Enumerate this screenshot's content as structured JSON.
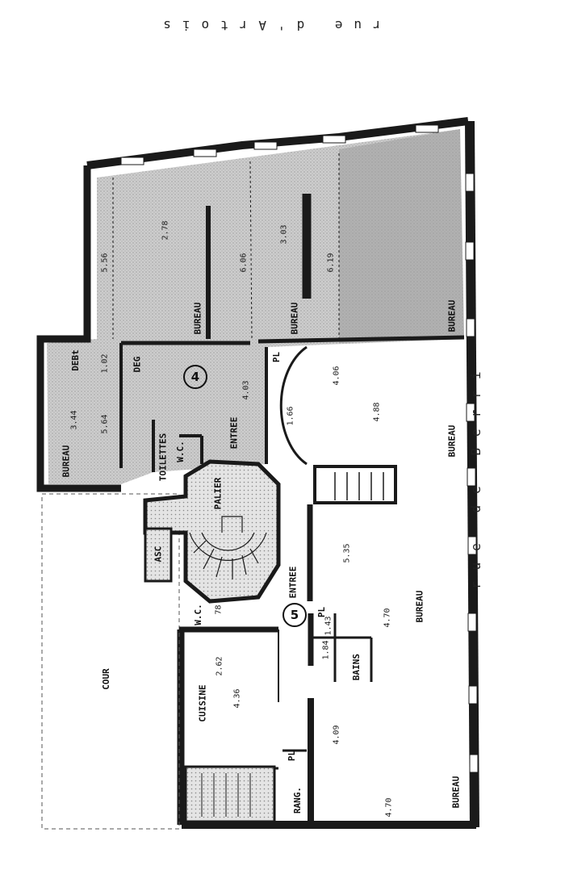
{
  "streets": {
    "top": "rue d'Artois",
    "right": "rue de Berri"
  },
  "units": {
    "unit_4": "4",
    "unit_5": "5"
  },
  "rooms": {
    "cour": "COUR",
    "bureau_1": "BUREAU",
    "bureau_2": "BUREAU",
    "bureau_3": "BUREAU",
    "bureau_4": "BUREAU",
    "bureau_5": "BUREAU",
    "bureau_6": "BUREAU",
    "bureau_7": "BUREAU",
    "debs": "DEBt",
    "deg": "DEG",
    "toilettes": "TOILETTES",
    "wc_1": "W.C.",
    "entree_1": "ENTREE",
    "pl_1": "PL",
    "palier": "PALIER",
    "asc": "ASC",
    "entree_2": "ENTREE",
    "wc_2": "W.C.",
    "pl_2": "PL",
    "bains": "BAINS",
    "cuisine": "CUISINE",
    "pl_3": "PL",
    "rang": "RANG."
  },
  "dimensions": {
    "d1": "5.56",
    "d2": "2.78",
    "d3": "6.06",
    "d4": "3.03",
    "d5": "6.19",
    "d6": "3.44",
    "d7": "5.64",
    "d8": "1.02",
    "d9": "4.03",
    "d10": "4.06",
    "d11": "1.66",
    "d12": "4.88",
    "d13": "5.35",
    "d14": "4.70",
    "d15": "2.62",
    "d16": "4.36",
    "d17": "1.84",
    "d18": "1.43",
    "d19": "4.09",
    "d20": "4.70",
    "d21": "78"
  },
  "colors": {
    "wall": "#1a1a1a",
    "shade": "#b8b8b8",
    "paper": "#ffffff"
  }
}
